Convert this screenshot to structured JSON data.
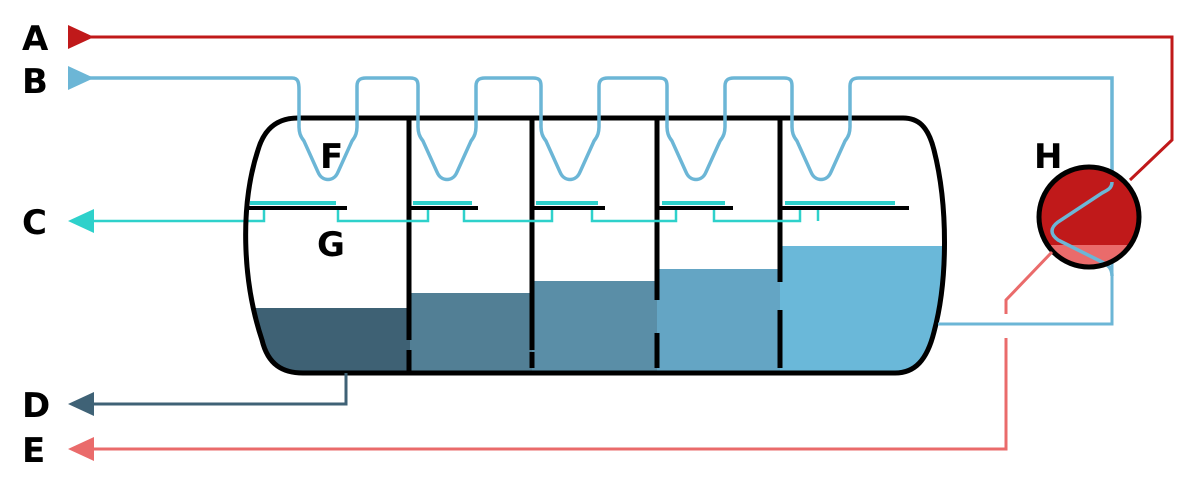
{
  "labels": {
    "a": "A",
    "b": "B",
    "c": "C",
    "d": "D",
    "e": "E",
    "f": "F",
    "g": "G",
    "h": "H"
  },
  "colors": {
    "hot_red": "#c0191a",
    "cool_red": "#ea6b6b",
    "feed_blue": "#6cb6d6",
    "distillate_cyan": "#2ed1cb",
    "brine_dark": "#3f6276",
    "stage_1": "#3e6174",
    "stage_2": "#527f95",
    "stage_3": "#5a8ea7",
    "stage_4": "#64a5c4",
    "stage_5": "#6ab8d9",
    "outline": "#000000"
  },
  "stages": [
    {
      "fill_level": 0.36
    },
    {
      "fill_level": 0.44
    },
    {
      "fill_level": 0.51
    },
    {
      "fill_level": 0.6
    },
    {
      "fill_level": 0.79
    }
  ]
}
